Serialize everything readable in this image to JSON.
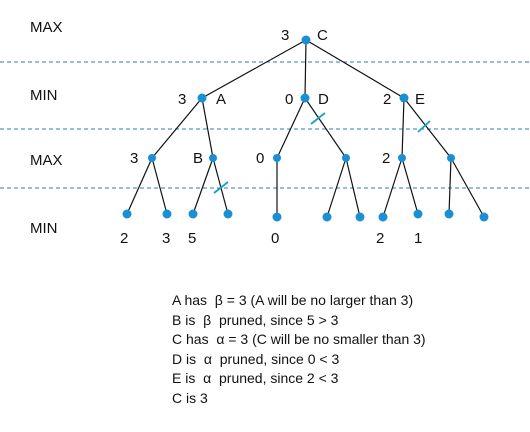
{
  "levels": [
    "MAX",
    "MIN",
    "MAX",
    "MIN"
  ],
  "root": {
    "name": "C",
    "value": "3"
  },
  "min_nodes": [
    {
      "name": "A",
      "value": "3"
    },
    {
      "name": "D",
      "value": "0"
    },
    {
      "name": "E",
      "value": "2"
    }
  ],
  "max_nodes": [
    {
      "value": "3"
    },
    {
      "name": "B"
    },
    {
      "value": "0"
    },
    {
      "value": "2"
    }
  ],
  "leaves": [
    "2",
    "3",
    "5",
    "0",
    "2",
    "1"
  ],
  "notes": [
    "A has  β = 3 (A will be no larger than 3)",
    "B is  β  pruned, since 5 > 3",
    "C has  α = 3 (C will be no smaller than 3)",
    "D is  α  pruned, since 0 < 3",
    "E is  α  pruned, since 2 < 3",
    "C is 3"
  ],
  "colors": {
    "node": "#1a8fd6",
    "divider": "#2a7bbf",
    "prune_mark": "#12a3c4",
    "text": "#111111"
  }
}
